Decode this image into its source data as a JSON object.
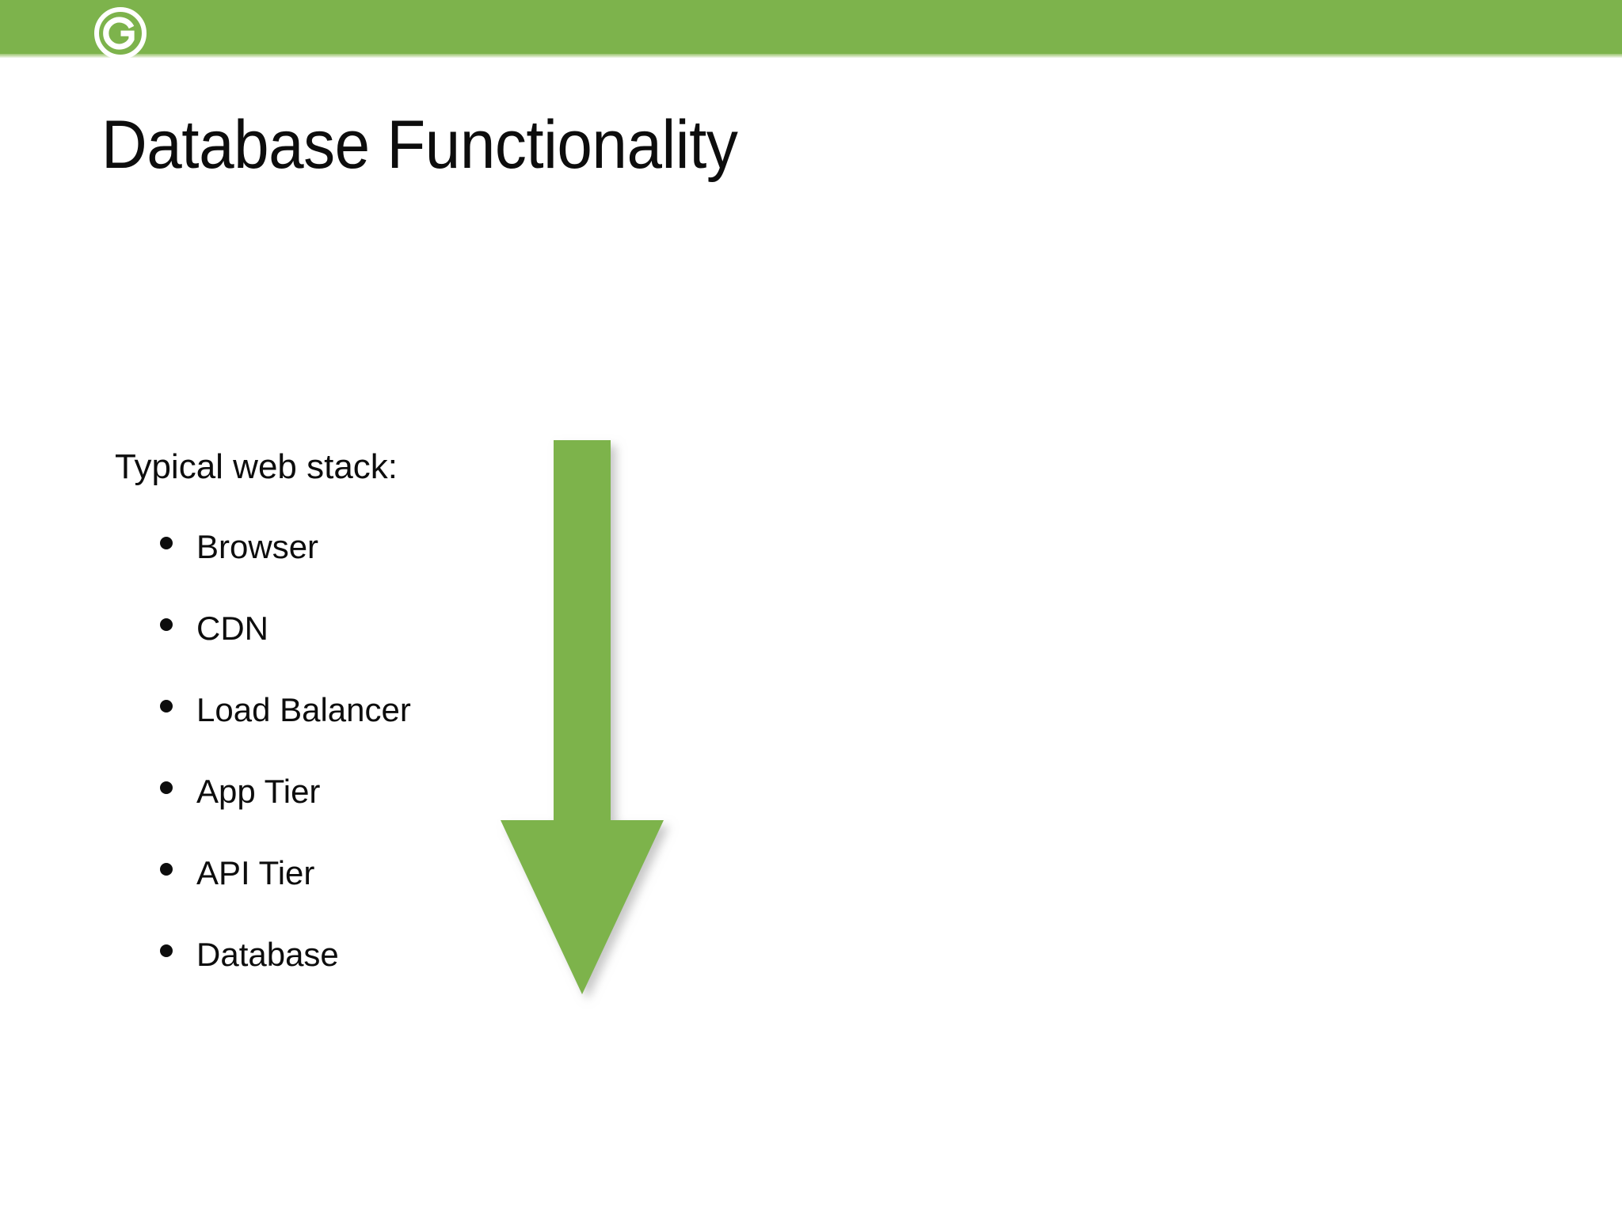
{
  "slide": {
    "title": "Database Functionality",
    "background_color": "#FFFFFF",
    "accent_color": "#7DB34C",
    "text_color": "#0D0D0D"
  },
  "header": {
    "band_color": "#7DB34C",
    "logo_letter": "G",
    "logo_name": "g-logo-icon"
  },
  "body": {
    "lead": "Typical web stack:",
    "bullets": [
      {
        "label": "Browser"
      },
      {
        "label": "CDN"
      },
      {
        "label": "Load Balancer"
      },
      {
        "label": "App Tier"
      },
      {
        "label": "API Tier"
      },
      {
        "label": "Database"
      }
    ]
  },
  "arrow": {
    "name": "down-arrow-graphic",
    "direction": "down",
    "color": "#7DB34C",
    "meaning": "request flows downward through the stack"
  }
}
